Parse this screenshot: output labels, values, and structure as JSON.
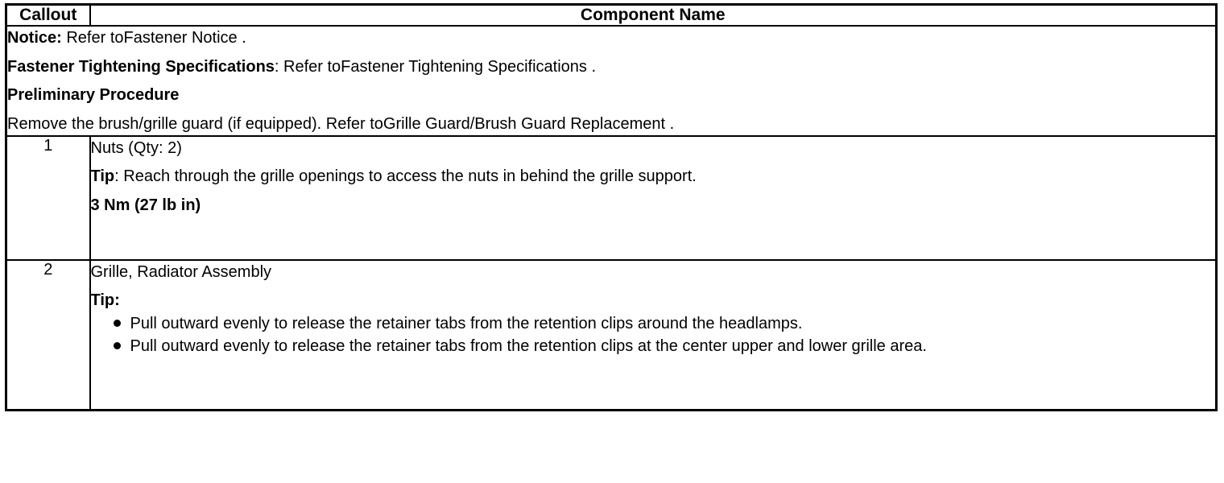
{
  "table": {
    "headers": {
      "callout": "Callout",
      "component_name": "Component Name"
    },
    "preamble": {
      "notice_label": "Notice:",
      "notice_text": " Refer toFastener Notice .",
      "fastener_spec_label": "Fastener Tightening Specifications",
      "fastener_spec_text": ": Refer toFastener Tightening Specifications .",
      "preliminary_heading": "Preliminary Procedure",
      "preliminary_text": "Remove the brush/grille guard (if equipped). Refer toGrille Guard/Brush Guard Replacement ."
    },
    "rows": [
      {
        "callout": "1",
        "component": "Nuts (Qty: 2)",
        "tip_label": "Tip",
        "tip_text": ": Reach through the grille openings to access the nuts in behind the grille support.",
        "torque": "3 Nm (27 lb in)"
      },
      {
        "callout": "2",
        "component": "Grille, Radiator Assembly",
        "tip_label": "Tip:",
        "bullets": [
          "Pull outward evenly to release the retainer tabs from the retention clips around the headlamps.",
          "Pull outward evenly to release the retainer tabs from the retention clips at the center upper and lower grille area."
        ]
      }
    ]
  },
  "colors": {
    "border": "#000000",
    "text": "#000000",
    "background": "#ffffff"
  }
}
